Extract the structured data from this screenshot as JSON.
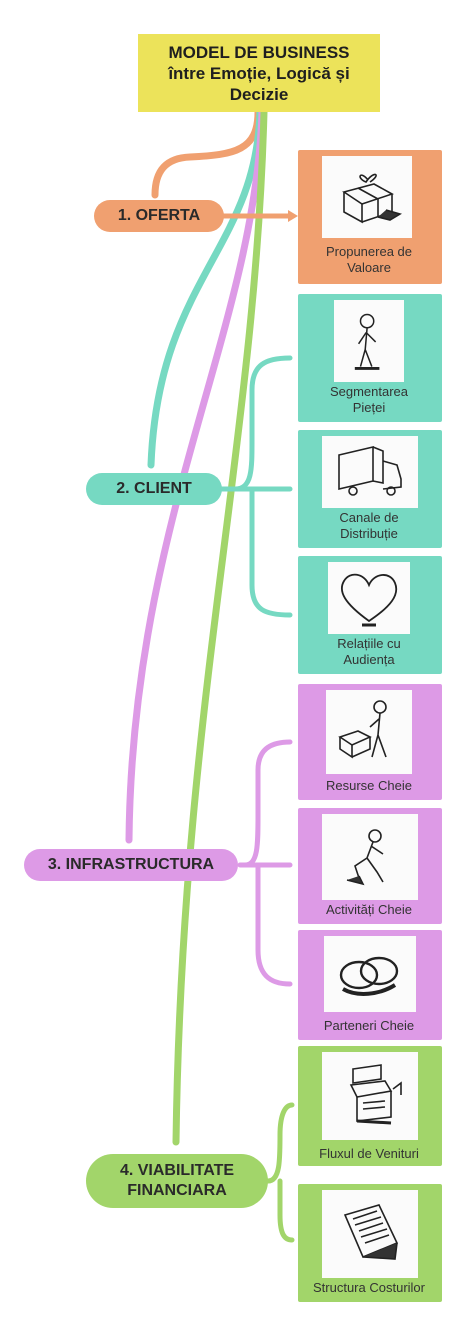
{
  "title": "MODEL DE BUSINESS\nîntre Emoție, Logică și\nDecizie",
  "colors": {
    "root": "#ece35a",
    "oferta": "#f0a070",
    "client": "#76d9c2",
    "infra": "#dd9ae6",
    "fin": "#a2d56a"
  },
  "branches": {
    "oferta": "1. OFERTA",
    "client": "2. CLIENT",
    "infra": "3. INFRASTRUCTURA",
    "fin": "4. VIABILITATE\nFINANCIARA"
  },
  "nodes": [
    {
      "label": "Propunerea de\nValoare",
      "icon": "gift-icon",
      "color": "#f0a070"
    },
    {
      "label": "Segmentarea\nPieței",
      "icon": "person-icon",
      "color": "#76d9c2"
    },
    {
      "label": "Canale de\nDistribuție",
      "icon": "truck-icon",
      "color": "#76d9c2"
    },
    {
      "label": "Relațiile cu\nAudiența",
      "icon": "heart-icon",
      "color": "#76d9c2"
    },
    {
      "label": "Resurse Cheie",
      "icon": "worker-boxes-icon",
      "color": "#dd9ae6"
    },
    {
      "label": "Activități Cheie",
      "icon": "worker-kneeling-icon",
      "color": "#dd9ae6"
    },
    {
      "label": "Parteneri Cheie",
      "icon": "rings-icon",
      "color": "#dd9ae6"
    },
    {
      "label": "Fluxul de Venituri",
      "icon": "cash-register-icon",
      "color": "#a2d56a"
    },
    {
      "label": "Structura Costurilor",
      "icon": "receipt-icon",
      "color": "#a2d56a"
    }
  ]
}
